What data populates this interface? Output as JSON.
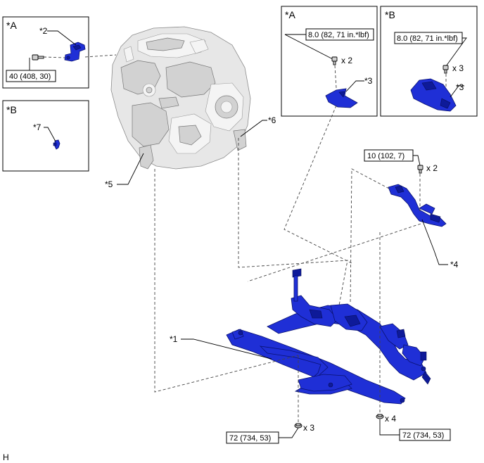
{
  "insets": {
    "left_a": {
      "tag": "*A"
    },
    "left_b": {
      "tag": "*B"
    },
    "right_a": {
      "tag": "*A",
      "torque": "8.0 (82, 71 in.*lbf)",
      "qty": "x 2",
      "part": "*3"
    },
    "right_b": {
      "tag": "*B",
      "torque": "8.0 (82, 71 in.*lbf)",
      "qty": "x 3",
      "part": "*3"
    }
  },
  "callouts": {
    "c1": "*1",
    "c2": "*2",
    "c4": "*4",
    "c5": "*5",
    "c6": "*6",
    "c7": "*7"
  },
  "torques": {
    "left_a_bolt": "40 (408, 30)",
    "bracket_bolt": "10 (102, 7)",
    "bracket_qty": "x 2",
    "front_bolt": "72 (734, 53)",
    "front_qty": "x 3",
    "rear_bolt": "72 (734, 53)",
    "rear_qty": "x 4"
  },
  "footer": {
    "code": "H"
  }
}
